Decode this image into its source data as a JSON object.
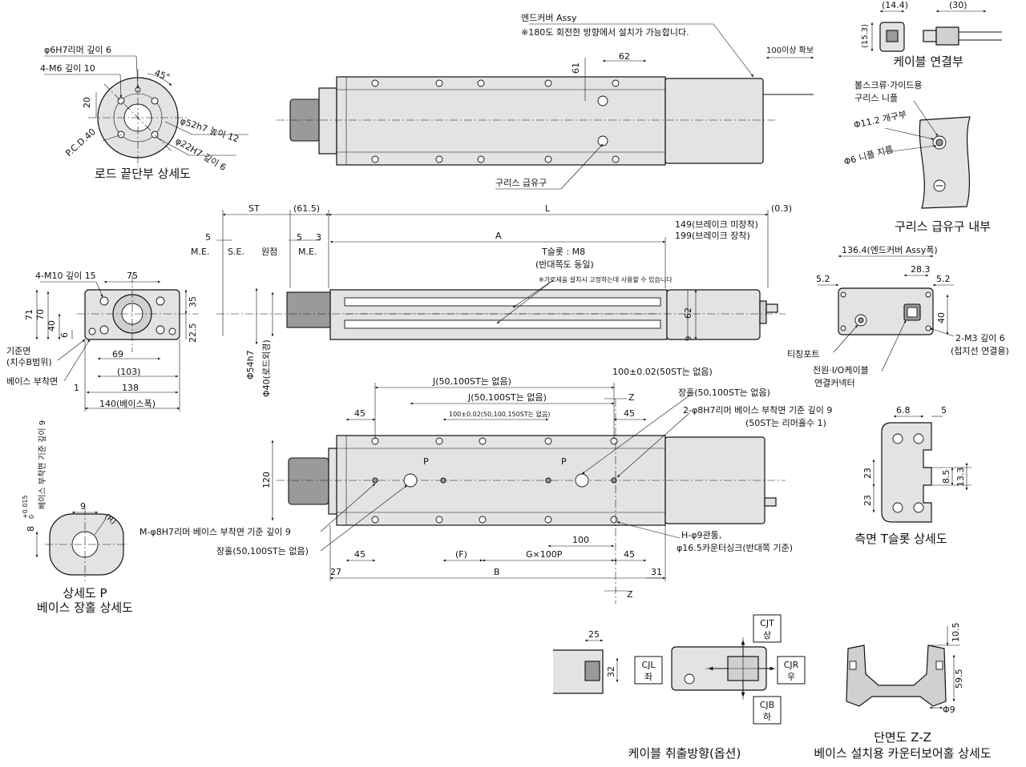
{
  "views": {
    "rod_end": {
      "title": "로드 끝단부 상세도",
      "labels": [
        "φ6H7리머 깊이 6",
        "4-M6 깊이 10",
        "45°",
        "20",
        "P.C.D.40",
        "φ52h7 높이 12",
        "φ22H7 깊이 6"
      ]
    },
    "cable_conn": {
      "title": "케이블 연결부",
      "labels": [
        "(14.4)",
        "(30)",
        "(15.3)"
      ]
    },
    "top_view": {
      "labels": [
        "엔드커버 Assy",
        "※180도 회전한 방향에서 설치가 가능합니다.",
        "62",
        "61",
        "100이상 확보",
        "구리스 급유구"
      ]
    },
    "grease": {
      "title": "구리스 급유구 내부",
      "labels": [
        "볼스크류·가이드용",
        "구리스 니플",
        "Φ11.2 개구부",
        "Φ6 니플 지름"
      ]
    },
    "front_end": {
      "labels": [
        "4-M10 깊이 15",
        "75",
        "71",
        "70",
        "40",
        "6",
        "35",
        "22.5",
        "기준면",
        "(치수B범위)",
        "베이스 부착면",
        "69",
        "(103)",
        "1",
        "138",
        "140(베이스폭)"
      ]
    },
    "side_view": {
      "labels": [
        "ST",
        "(61.5)",
        "L",
        "(0.3)",
        "5",
        "M.E.",
        "S.E.",
        "원점",
        "5",
        "M.E.",
        "3",
        "A",
        "149(브레이크 미장착)",
        "199(브레이크 장착)",
        "T슬롯 : M8",
        "(반대쪽도 동일)",
        "※가로세움 설치시 고정하는데 사용할 수 있습니다",
        "62",
        "9",
        "Φ54h7",
        "Φ40(로드외경)"
      ]
    },
    "rear_end": {
      "labels": [
        "136.4(엔드커버 Assy폭)",
        "5.2",
        "28.3",
        "5.2",
        "40",
        "티칭포트",
        "전원·I/O케이블",
        "연결커넥터",
        "2-M3 깊이 6",
        "(접지선 연결용)"
      ]
    },
    "bottom_view": {
      "labels": [
        "J(50,100ST는 없음)",
        "100±0.02(50ST는 없음)",
        "J(50,100ST는 없음)",
        "Z",
        "장홀(50,100ST는 없음)",
        "45",
        "100±0.02(50,100,150ST는 없음)",
        "45",
        "2-φ8H7리머 베이스 부착면 기준 깊이 9",
        "(50ST는 리머홀수 1)",
        "120",
        "P",
        "P",
        "M-φ8H7리머 베이스 부착면 기준 깊이 9",
        "100",
        "H-φ9관통,",
        "φ16.5카운터싱크(반대쪽 기준)",
        "장홀(50,100ST는 없음)",
        "45",
        "(F)",
        "G×100P",
        "45",
        "27",
        "B",
        "31",
        "Z"
      ]
    },
    "t_slot": {
      "title": "측면 T슬롯 상세도",
      "labels": [
        "6.8",
        "5",
        "23",
        "23",
        "8.5",
        "13.3"
      ]
    },
    "detail_p": {
      "title_line1": "상세도 P",
      "title_line2": "베이스 장홀 상세도",
      "labels": [
        "8",
        "+0.015",
        "0",
        "베이스 부착면 기준 깊이 9",
        "9",
        "(R)"
      ]
    },
    "cable_dir": {
      "title": "케이블 취출방향(옵션)",
      "labels": [
        "25",
        "32",
        "CJT",
        "상",
        "CJL",
        "좌",
        "CJR",
        "우",
        "CJB",
        "하"
      ]
    },
    "section_zz": {
      "title_line1": "단면도 Z-Z",
      "title_line2": "베이스 설치용 카운터보어홀 상세도",
      "labels": [
        "10.5",
        "59.5",
        "Φ9"
      ]
    }
  }
}
